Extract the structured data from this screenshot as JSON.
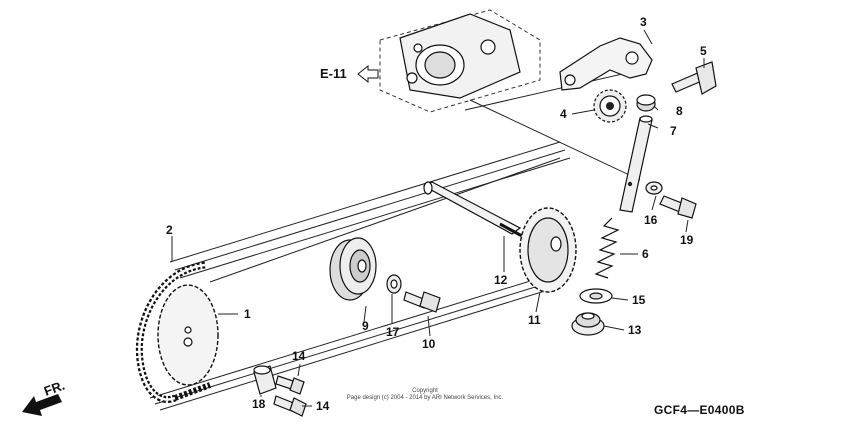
{
  "diagram": {
    "reference": "E-11",
    "front_marker": "FR.",
    "diagram_code": "GCF4—E0400B",
    "copyright": [
      "Copyright",
      "Page design (c) 2004 - 2014 by ARI Network Services, Inc."
    ],
    "callouts": [
      "1",
      "2",
      "3",
      "4",
      "5",
      "6",
      "7",
      "8",
      "9",
      "10",
      "11",
      "12",
      "13",
      "14",
      "14",
      "15",
      "16",
      "17",
      "18",
      "19"
    ]
  }
}
